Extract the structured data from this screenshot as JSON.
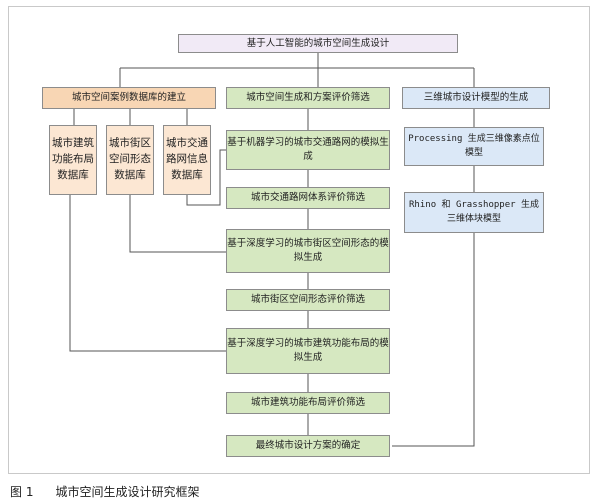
{
  "diagram": {
    "root": "基于人工智能的城市空间生成设计",
    "left_header": "城市空间案例数据库的建立",
    "mid_header": "城市空间生成和方案评价筛选",
    "right_header": "三维城市设计模型的生成",
    "databases": [
      "城市建筑功能布局数据库",
      "城市街区空间形态数据库",
      "城市交通路网信息数据库"
    ],
    "steps": [
      "基于机器学习的城市交通路网的模拟生成",
      "城市交通路网体系评价筛选",
      "基于深度学习的城市街区空间形态的模拟生成",
      "城市街区空间形态评价筛选",
      "基于深度学习的城市建筑功能布局的模拟生成",
      "城市建筑功能布局评价筛选",
      "最终城市设计方案的确定"
    ],
    "models": [
      "Processing 生成三维像素点位模型",
      "Rhino 和 Grasshopper 生成三维体块模型"
    ]
  },
  "caption": {
    "figure_no": "图 1",
    "title": "城市空间生成设计研究框架"
  }
}
